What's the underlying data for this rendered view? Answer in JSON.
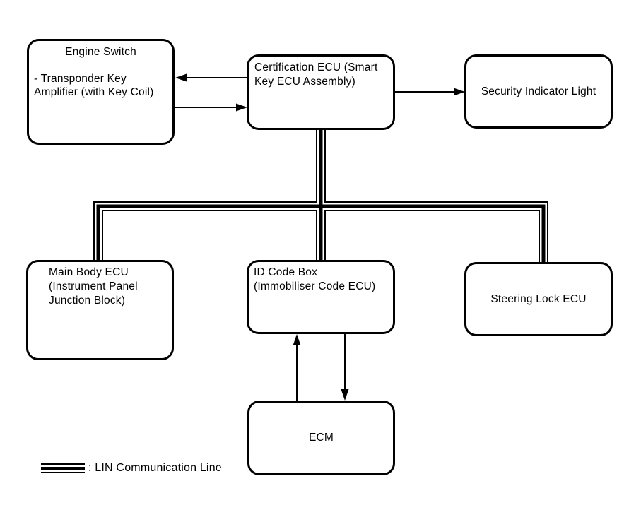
{
  "colors": {
    "ink": "#000000",
    "paper": "#ffffff"
  },
  "nodes": {
    "engine_switch": {
      "title": "Engine Switch",
      "detail": "- Transponder Key\nAmplifier (with Key Coil)"
    },
    "certification_ecu": {
      "label": "Certification ECU (Smart\nKey ECU Assembly)"
    },
    "security_indicator_light": {
      "label": "Security Indicator Light"
    },
    "main_body_ecu": {
      "label": "Main Body ECU\n(Instrument Panel\nJunction Block)"
    },
    "id_code_box": {
      "label": "ID Code Box\n(Immobiliser Code ECU)"
    },
    "steering_lock_ecu": {
      "label": "Steering Lock ECU"
    },
    "ecm": {
      "label": "ECM"
    }
  },
  "connections": {
    "cert_to_engine": "arrow",
    "engine_to_cert": "arrow",
    "cert_to_security_light": "arrow",
    "ecm_to_id_code_box": "arrow",
    "id_code_box_to_ecm": "arrow",
    "lin_bus": "triple-line connecting Certification ECU, Main Body ECU, ID Code Box, Steering Lock ECU"
  },
  "legend": {
    "symbol": "lin-triple-line-icon",
    "label": ": LIN Communication Line"
  }
}
